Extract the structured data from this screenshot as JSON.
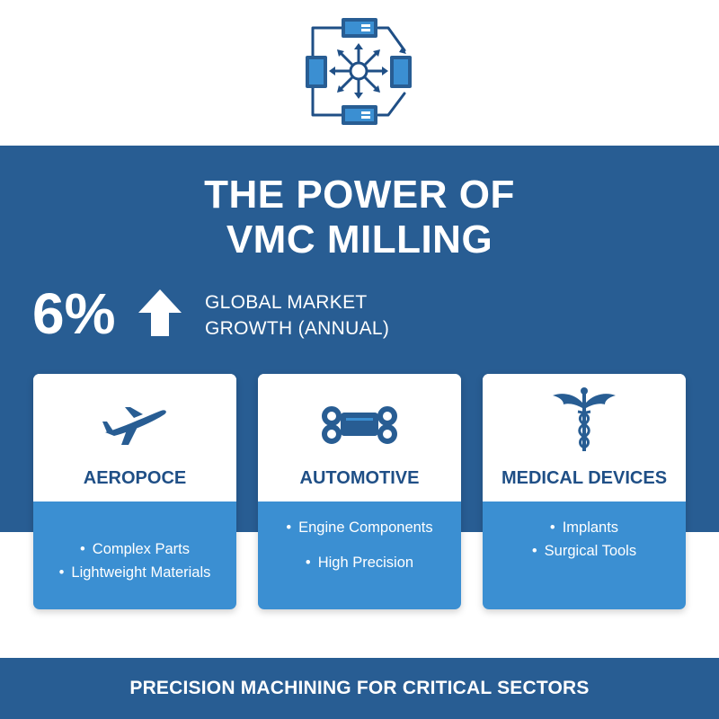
{
  "logo": {
    "icon": "machining-hub-icon"
  },
  "header": {
    "title_line1": "THE POWER OF",
    "title_line2": "VMC MILLING"
  },
  "stat": {
    "value": "6%",
    "icon": "arrow-up-icon",
    "label_line1": "GLOBAL MARKET",
    "label_line2": "GROWTH (ANNUAL)"
  },
  "cards": [
    {
      "title": "AEROPOCE",
      "icon": "airplane-icon",
      "items": [
        "Complex Parts",
        "Lightweight Materials"
      ]
    },
    {
      "title": "AUTOMOTIVE",
      "icon": "vehicle-icon",
      "items": [
        "Engine Components",
        "High Precision"
      ]
    },
    {
      "title": "MEDICAL DEVICES",
      "icon": "caduceus-icon",
      "items": [
        "Implants",
        "Surgical Tools"
      ]
    }
  ],
  "footer": {
    "text": "PRECISION MACHINING FOR CRITICAL SECTORS"
  },
  "colors": {
    "primary": "#285d93",
    "accent": "#3b8fd2",
    "heading": "#1f4f86",
    "background": "#ffffff"
  }
}
